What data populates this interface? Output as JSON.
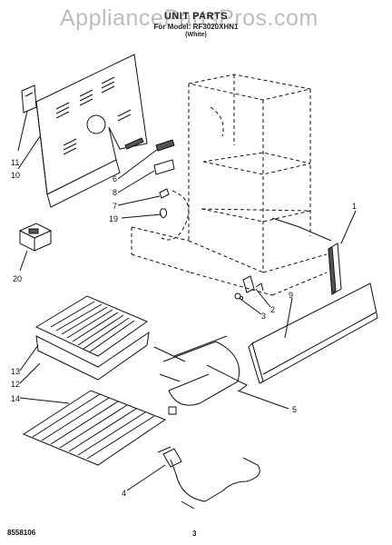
{
  "watermark": "AppliancePartsPros.com",
  "header": {
    "title": "UNIT PARTS",
    "model": "For Model: RF3020XHN1",
    "color": "(White)"
  },
  "callouts": [
    "1",
    "2",
    "3",
    "4",
    "5",
    "6",
    "7",
    "8",
    "9",
    "10",
    "11",
    "12",
    "13",
    "14",
    "19",
    "20"
  ],
  "footer": {
    "doc_number": "8558106",
    "page": "3"
  }
}
